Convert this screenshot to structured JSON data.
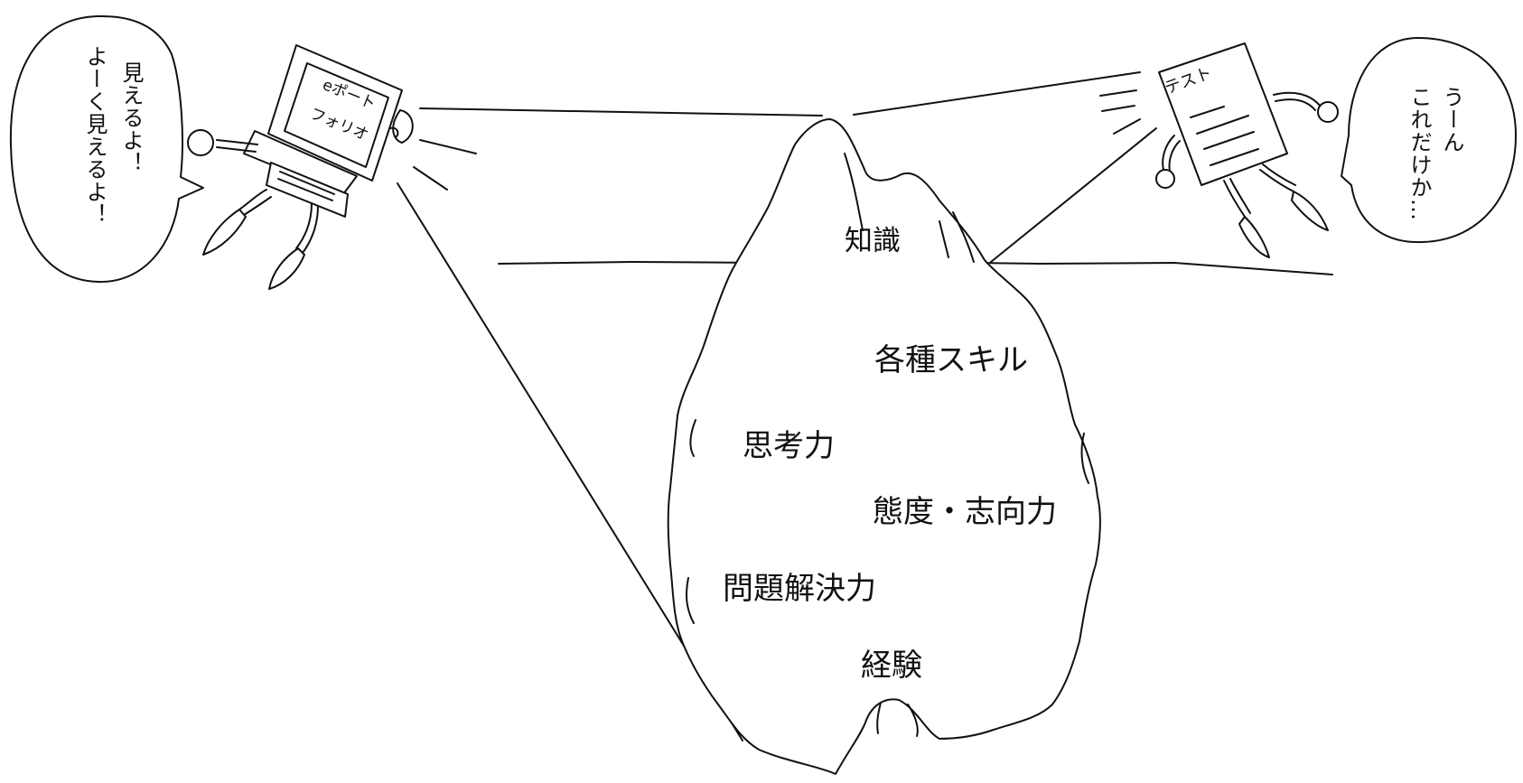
{
  "portfolio_speech": {
    "line1": "見えるよ！",
    "line2": "よーく見えるよ！"
  },
  "test_speech": {
    "line1": "うーん",
    "line2": "これだけか…"
  },
  "computer_screen": {
    "line1": "eポート",
    "line2": "フォリオ"
  },
  "test_paper": {
    "title": "テスト"
  },
  "iceberg": {
    "above_water": "知識",
    "below_water": [
      "各種スキル",
      "思考力",
      "態度・志向力",
      "問題解決力",
      "経験"
    ]
  },
  "colors": {
    "ink": "#111111",
    "paper": "#ffffff"
  }
}
